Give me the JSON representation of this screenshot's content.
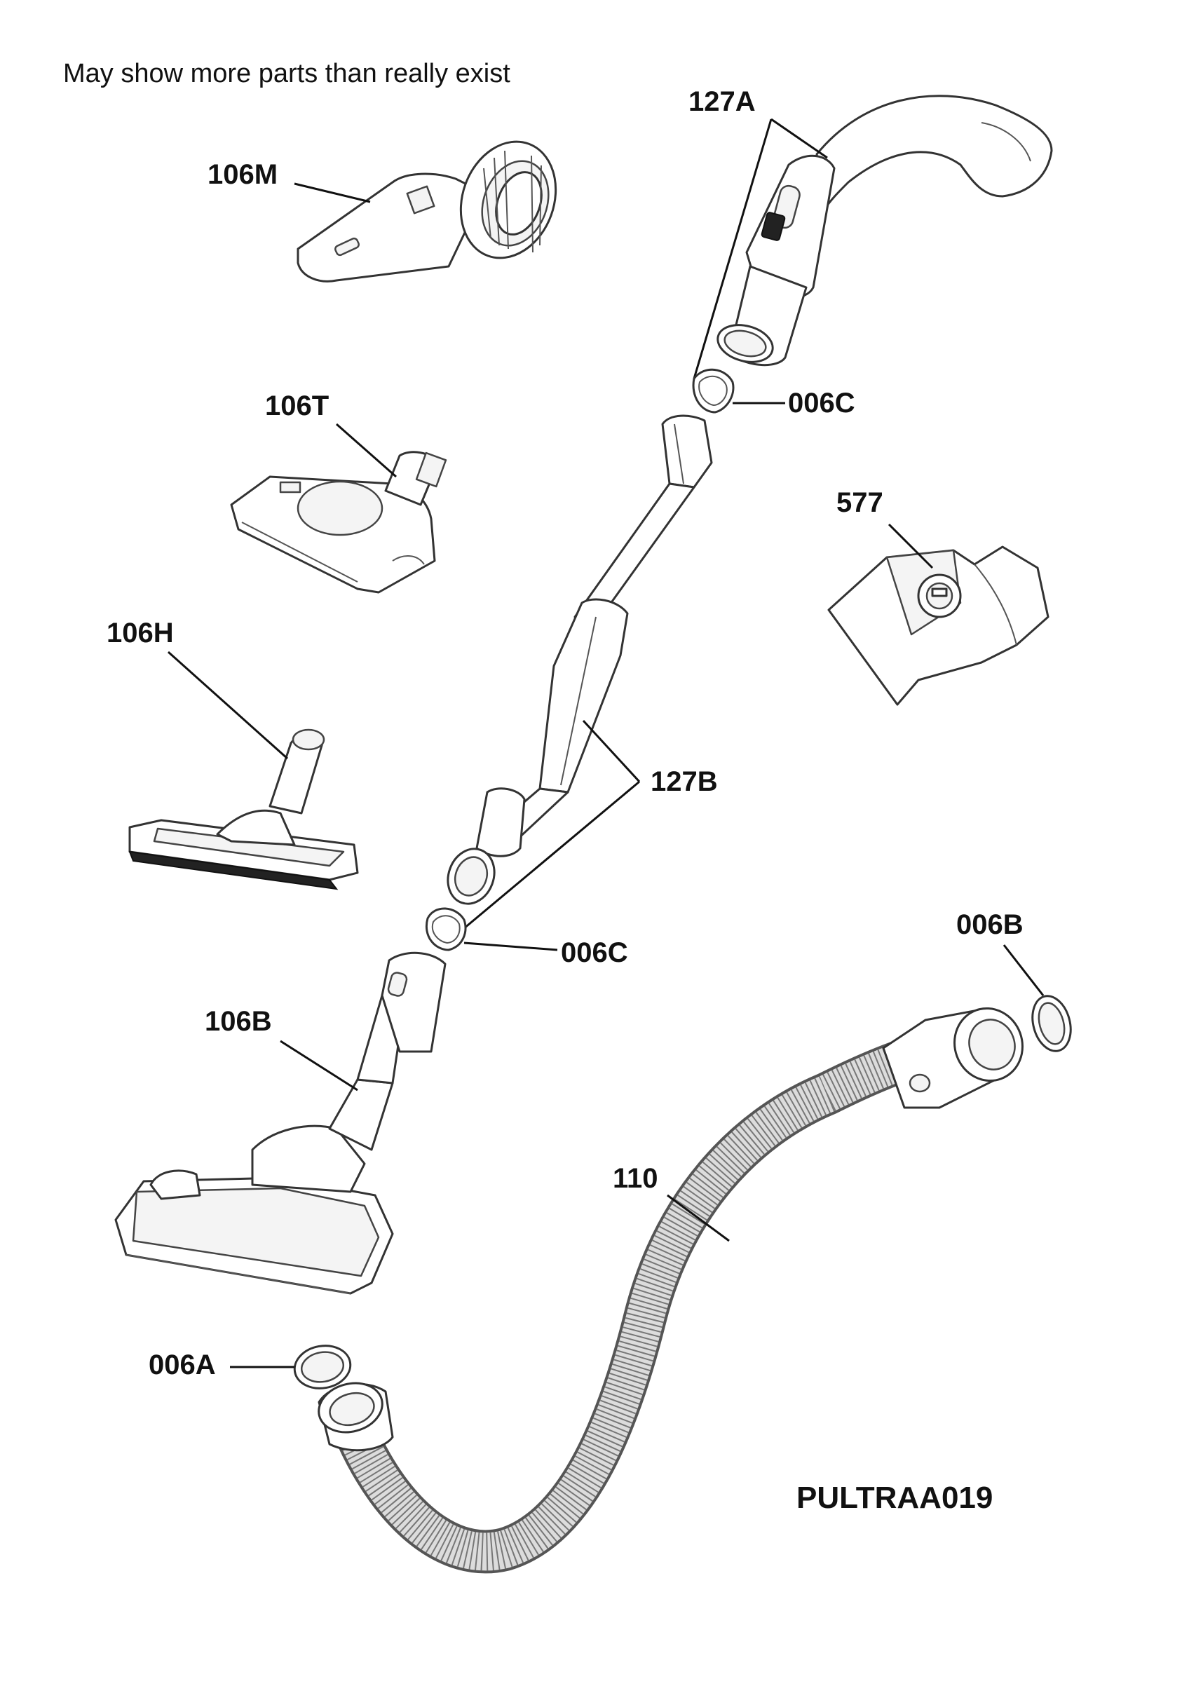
{
  "note": "May show more parts than really exist",
  "diagram_code": "PULTRAA019",
  "callouts": {
    "c127A": "127A",
    "c106M": "106M",
    "c006C_top": "006C",
    "c106T": "106T",
    "c577": "577",
    "c106H": "106H",
    "c127B": "127B",
    "c006C_mid": "006C",
    "c006B": "006B",
    "c106B": "106B",
    "c110": "110",
    "c006A": "006A"
  },
  "parts": [
    {
      "id": "127A",
      "name": "handle"
    },
    {
      "id": "106M",
      "name": "dusting-brush"
    },
    {
      "id": "006C",
      "name": "seal-ring"
    },
    {
      "id": "106T",
      "name": "turbo-nozzle"
    },
    {
      "id": "577",
      "name": "dust-bag"
    },
    {
      "id": "106H",
      "name": "hard-floor-nozzle"
    },
    {
      "id": "127B",
      "name": "telescopic-tube"
    },
    {
      "id": "006B",
      "name": "hose-ring"
    },
    {
      "id": "106B",
      "name": "floor-nozzle"
    },
    {
      "id": "110",
      "name": "hose"
    },
    {
      "id": "006A",
      "name": "hose-ring"
    }
  ]
}
